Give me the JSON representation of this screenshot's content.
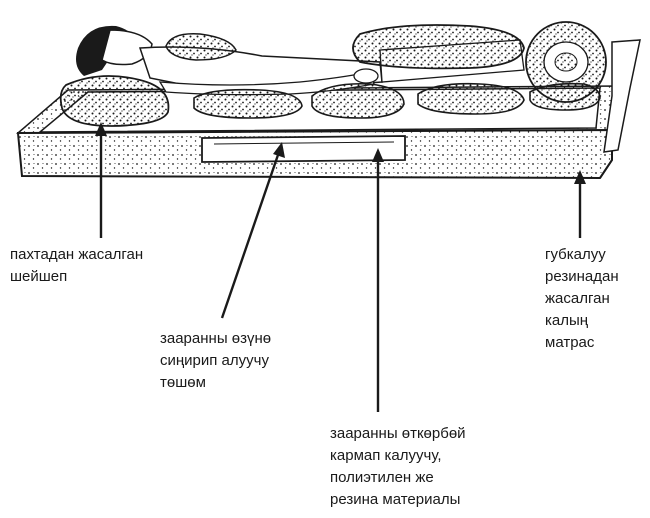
{
  "labels": {
    "sheet": [
      "пахтадан жасалган",
      "шейшеп"
    ],
    "absorbent_pad": [
      "зааранны өзүнө",
      "сиңирип алуучу",
      "төшөм"
    ],
    "waterproof_cover": [
      "зааранны өткөрбөй",
      "кармап калуучу,",
      "полиэтилен же",
      "резина материалы"
    ],
    "mattress": [
      "губкалуу",
      "резинадан",
      "жасалган",
      "калың",
      "матрас"
    ]
  },
  "colors": {
    "ink": "#1a1a1a",
    "background": "#ffffff"
  }
}
